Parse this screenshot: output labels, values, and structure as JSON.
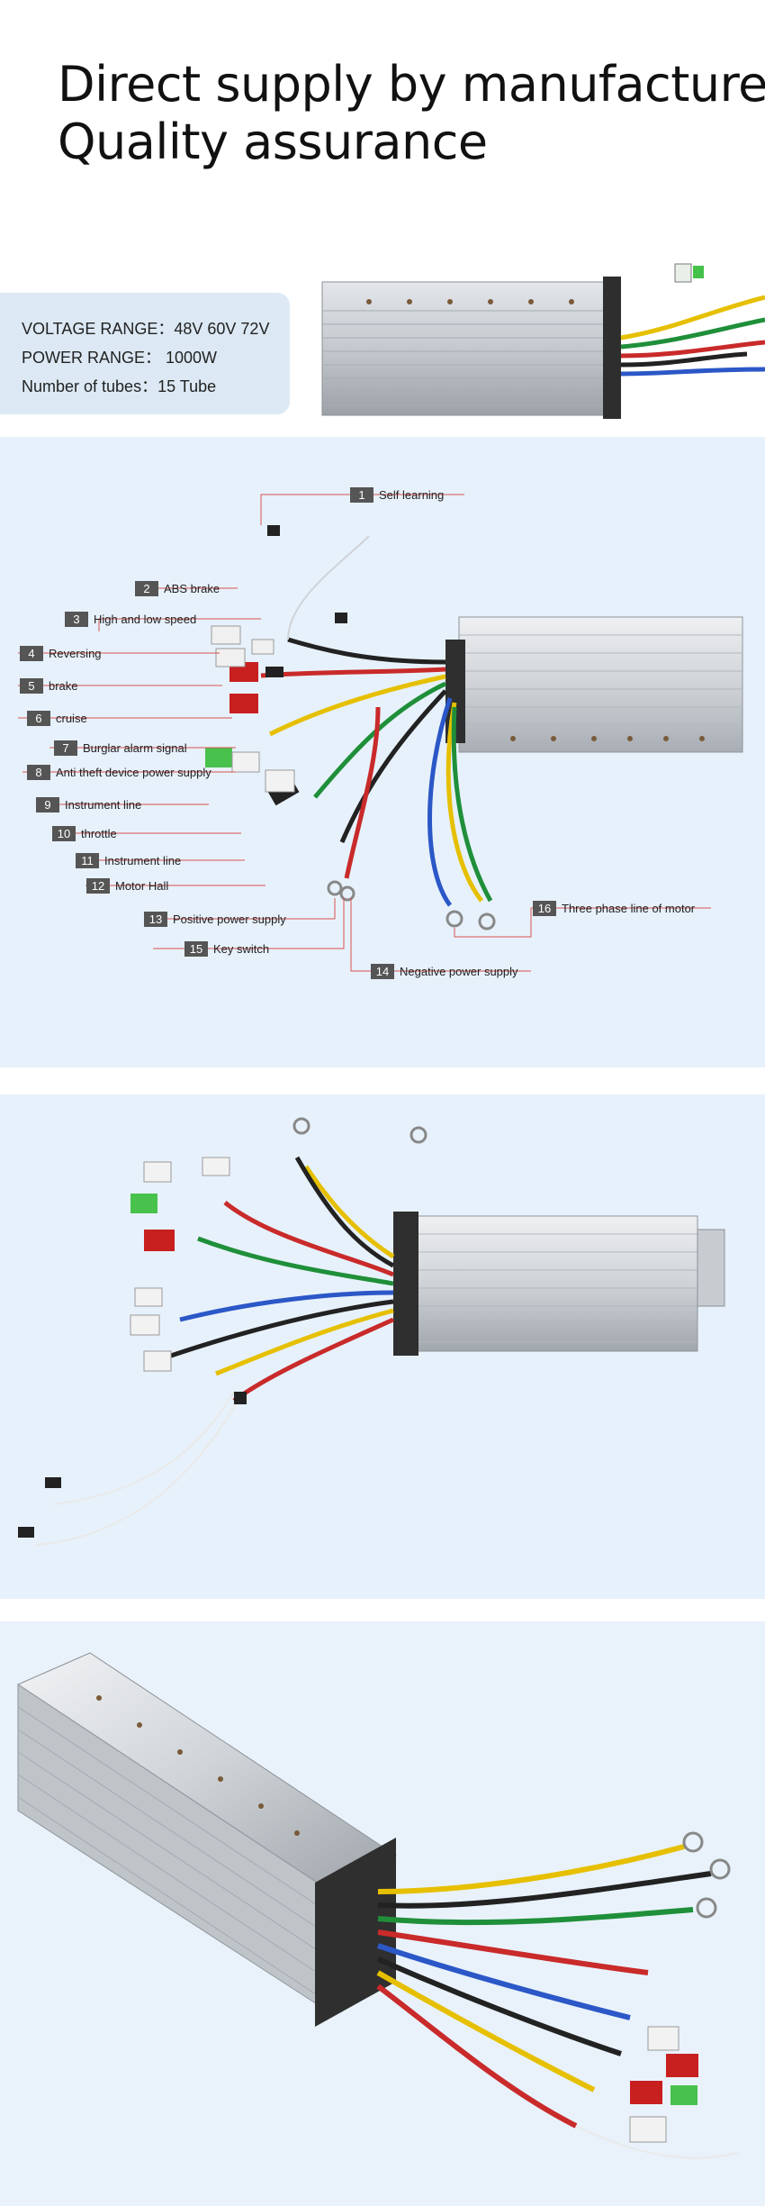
{
  "headline": {
    "line1": "Direct supply by manufacturer",
    "line2": "Quality assurance"
  },
  "specs": {
    "voltage": "VOLTAGE RANGE：48V 60V  72V",
    "power": "POWER RANGE：    1000W",
    "tubes": "Number of tubes：15 Tube"
  },
  "wiring_labels": [
    {
      "num": "1",
      "text": "Self learning"
    },
    {
      "num": "2",
      "text": "ABS brake"
    },
    {
      "num": "3",
      "text": "High and low speed"
    },
    {
      "num": "4",
      "text": "Reversing"
    },
    {
      "num": "5",
      "text": "brake"
    },
    {
      "num": "6",
      "text": "cruise"
    },
    {
      "num": "7",
      "text": "Burglar alarm signal"
    },
    {
      "num": "8",
      "text": "Anti theft device power supply"
    },
    {
      "num": "9",
      "text": "Instrument line"
    },
    {
      "num": "10",
      "text": "throttle"
    },
    {
      "num": "11",
      "text": "Instrument line"
    },
    {
      "num": "12",
      "text": "Motor Hall"
    },
    {
      "num": "13",
      "text": "Positive power supply"
    },
    {
      "num": "14",
      "text": "Negative power supply"
    },
    {
      "num": "15",
      "text": "Key switch"
    },
    {
      "num": "16",
      "text": "Three phase line of motor"
    }
  ],
  "colors": {
    "panel_bg": "#e7f1fb",
    "spec_bg": "#dce9f4",
    "label_box": "#555555",
    "leader_line": "#d9534f",
    "aluminum": "#c9cdd2",
    "aluminum_dark": "#9aa0a6"
  }
}
